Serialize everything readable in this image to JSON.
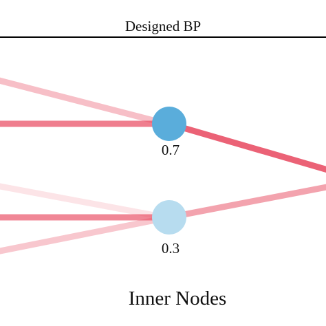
{
  "header": {
    "title": "Designed BP"
  },
  "nodes": [
    {
      "id": "top",
      "value_label": "0.7",
      "fill": "#5aaddb"
    },
    {
      "id": "bottom",
      "value_label": "0.3",
      "fill": "#b7dcef"
    }
  ],
  "caption": "Inner Nodes",
  "colors": {
    "edge": "#e8475e",
    "divider": "#000000",
    "background": "#ffffff"
  }
}
